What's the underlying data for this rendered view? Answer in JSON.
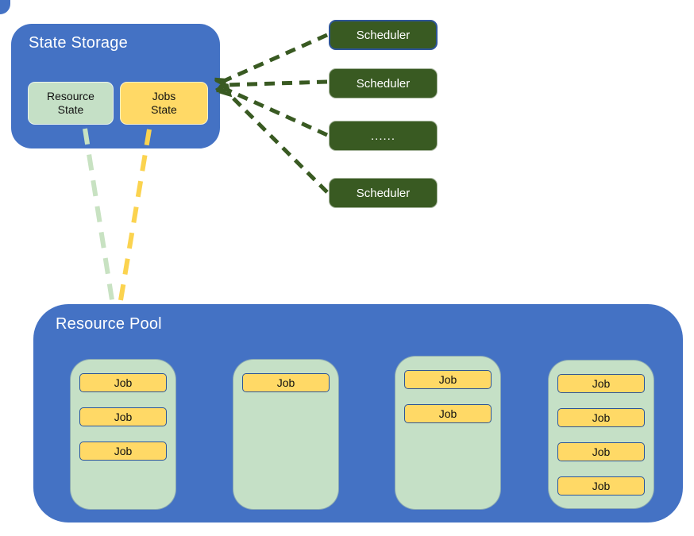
{
  "colors": {
    "blue": "#4472C4",
    "blue_border": "#2E5597",
    "light_green": "#C5E0C6",
    "yellow": "#FFD966",
    "dark_green": "#395A22",
    "dash_yellow": "#FBD34F",
    "dash_green": "#C8E2C2",
    "text_light": "#FFFFFF",
    "text_dark": "#111111"
  },
  "state_storage": {
    "title": "State Storage",
    "resource_state": {
      "line1": "Resource",
      "line2": "State"
    },
    "jobs_state": {
      "line1": "Jobs",
      "line2": "State"
    }
  },
  "schedulers": [
    {
      "label": "Scheduler"
    },
    {
      "label": "Scheduler"
    },
    {
      "label": "......"
    },
    {
      "label": "Scheduler"
    }
  ],
  "resource_pool": {
    "title": "Resource Pool",
    "nodes": [
      {
        "jobs": [
          "Job",
          "Job",
          "Job"
        ]
      },
      {
        "jobs": [
          "Job"
        ]
      },
      {
        "jobs": [
          "Job",
          "Job"
        ]
      },
      {
        "jobs": [
          "Job",
          "Job",
          "Job",
          "Job"
        ]
      }
    ]
  }
}
